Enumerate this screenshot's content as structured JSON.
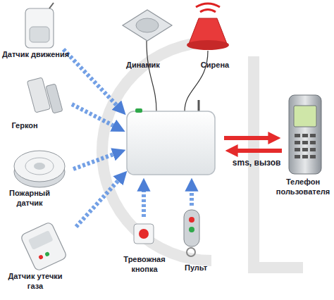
{
  "diagram": {
    "nodes": [
      {
        "text": [
          "Датчик движения"
        ]
      },
      {
        "text": [
          "Динамик"
        ]
      },
      {
        "text": [
          "Сирена"
        ]
      },
      {
        "text": [
          "Геркон"
        ]
      },
      {
        "text": [
          "Телефон пользователя"
        ]
      },
      {
        "text": [
          "Пожарный датчик"
        ]
      },
      {
        "text": [
          "Датчик утечки газа"
        ]
      },
      {
        "text": [
          "Тревожная кнопка"
        ]
      },
      {
        "text": [
          "Пульт"
        ]
      }
    ],
    "labels": [
      "sms, вызов"
    ]
  }
}
